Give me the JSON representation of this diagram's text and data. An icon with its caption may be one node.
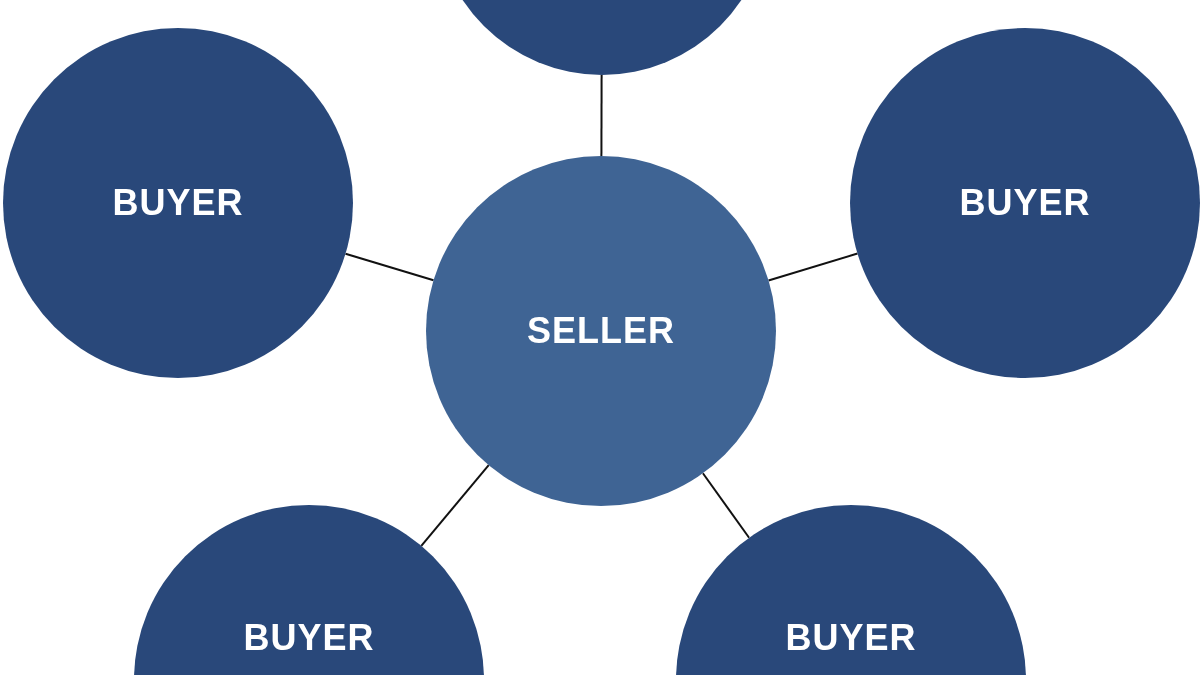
{
  "diagram": {
    "nodes": [
      {
        "text": [],
        "shape": "circle"
      },
      {
        "text": [
          "BUYER"
        ]
      },
      {
        "text": [
          "BUYER"
        ]
      },
      {
        "text": [
          "SELLER"
        ]
      },
      {
        "text": [
          "BUYER"
        ]
      },
      {
        "text": [
          "BUYER"
        ]
      }
    ],
    "edges": [
      {
        "from": 3,
        "to": 0,
        "arrow": "none"
      },
      {
        "from": 3,
        "to": 1,
        "arrow": "none"
      },
      {
        "from": 3,
        "to": 2,
        "arrow": "none"
      },
      {
        "from": 3,
        "to": 4,
        "arrow": "none"
      },
      {
        "from": 3,
        "to": 5,
        "arrow": "none"
      }
    ]
  }
}
